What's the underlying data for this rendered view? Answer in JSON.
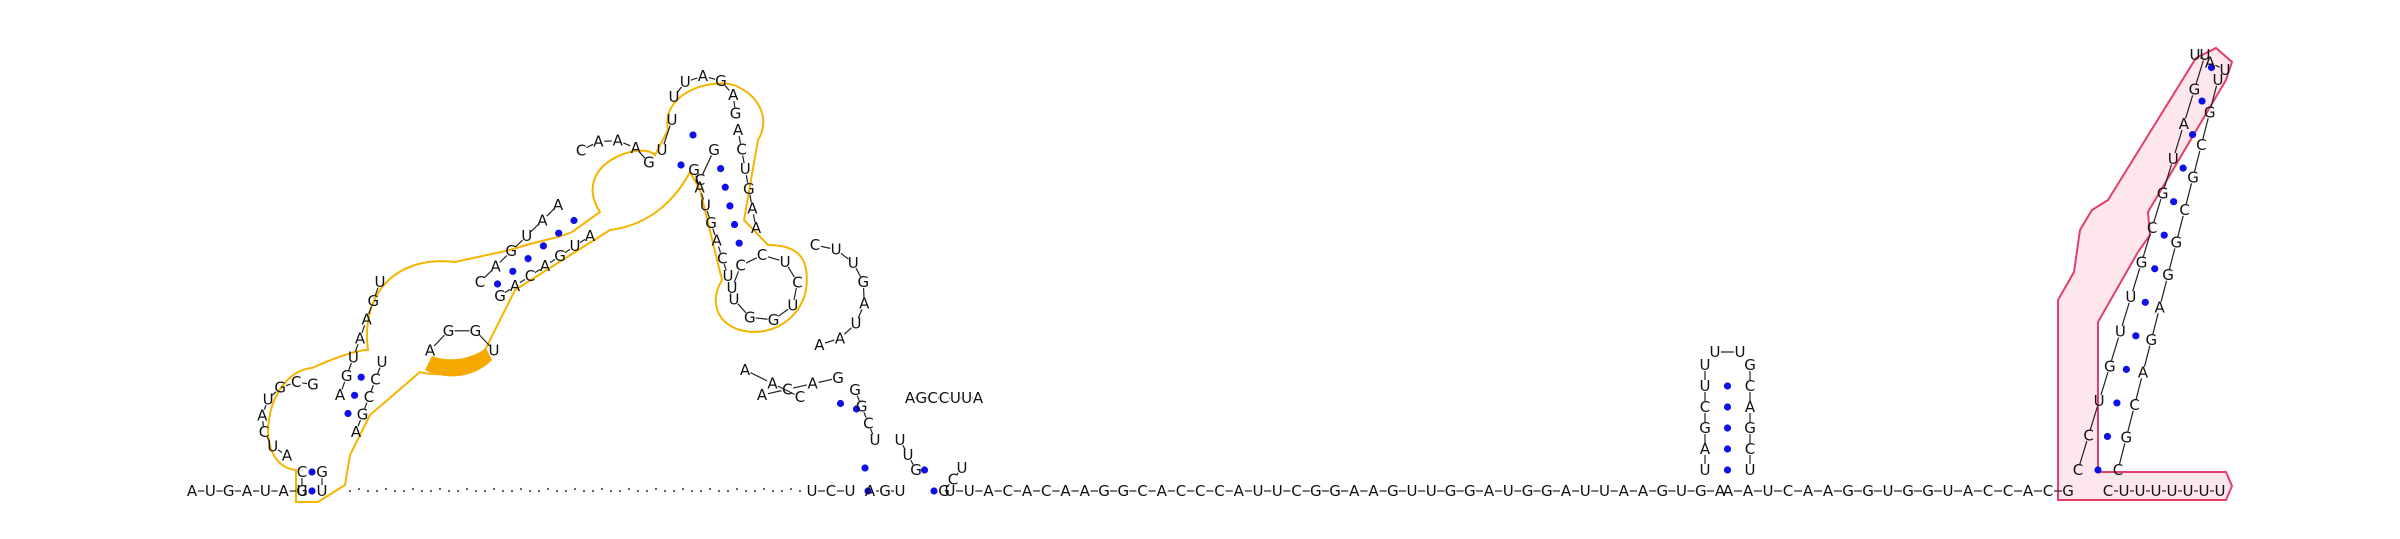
{
  "diagram": {
    "type": "rna-secondary-structure",
    "colors": {
      "pair_dot": "#1010e8",
      "backbone": "#222222",
      "gap_dots": "#555555",
      "domain1_stroke": "#f5b400",
      "domain1_fill": "#ffffff",
      "highlight_fill": "#f5a800",
      "domain2_stroke": "#e0406a",
      "domain2_fill": "#fde6ec"
    },
    "leader": "AUGAUAG",
    "domain1": {
      "helix1_left": "CU",
      "loop1": "AUCAUGCG",
      "helix1_right": "UG",
      "helix2_left": "AGUAAGU",
      "helix2_right": "UCCGA",
      "helix3_left": "CAGUAA",
      "helix3_right": "AUGACAG",
      "bulge": "CAAAG",
      "helix4_left": "UU",
      "helix4_right": "GC",
      "apical_loop": "UUAGAG",
      "helix5_left": "ACUGAA",
      "helix5_right": "GAUGACU",
      "inner_stem": "UCCUCUGGU",
      "highlight": "AGGU"
    },
    "middle": {
      "linker1": "CUUGAUAA",
      "hairpin_a_left": "ACAG",
      "hairpin_a_right": "UCGG",
      "spacer": "UCU",
      "hairpin_b_left": "AGU",
      "hairpin_b_loop": "AGCCUUA",
      "hairpin_b_right": "UCG",
      "linker2": "UUACACAAGGCACCCAUUCGGAAGUUGGAUGGAUUAAGUGA",
      "hairpin_c_left": "UUCGAU",
      "hairpin_c_loop": "UU",
      "hairpin_c_right": "GCAGCU",
      "linker3": "AAUCAAGGUGGUACCACG"
    },
    "domain2": {
      "stem_left": "CCUGUUGCGUAGU",
      "stem_loop": "UAU",
      "stem_right": "UGCGCGGAGACGC",
      "tail": "CUUUUUUU"
    }
  }
}
